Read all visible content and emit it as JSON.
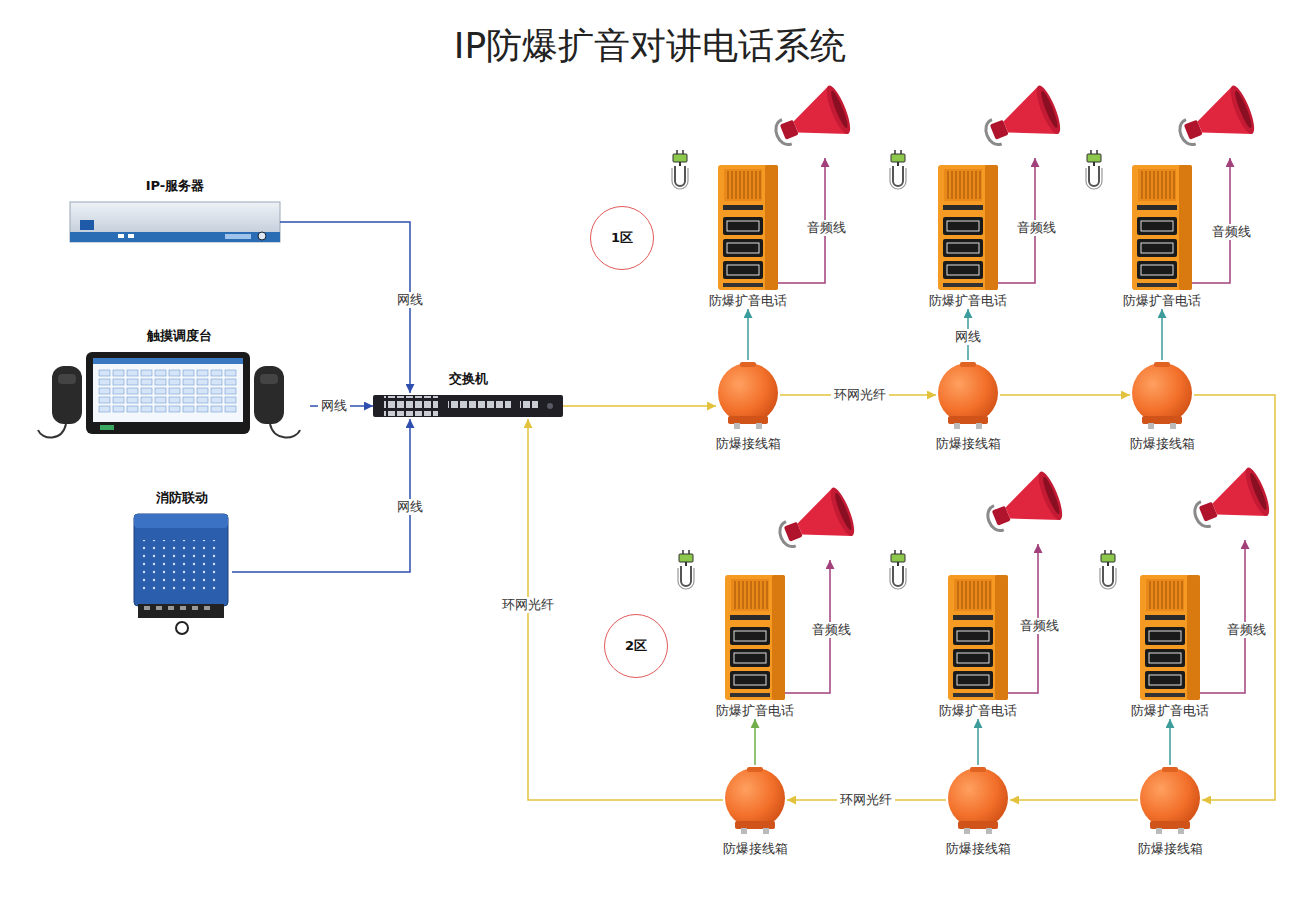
{
  "diagram": {
    "title": "IP防爆扩音对讲电话系统",
    "nodes": [
      {
        "text": [
          "IP-服务器"
        ]
      },
      {
        "text": [
          "触摸调度台"
        ]
      },
      {
        "text": [
          "消防联动"
        ]
      },
      {
        "text": [
          "交换机"
        ]
      },
      {
        "text": [
          "1区"
        ]
      },
      {
        "text": [
          "防爆扩音电话"
        ]
      },
      {
        "text": [
          "防爆扩音电话"
        ]
      },
      {
        "text": [
          "防爆扩音电话"
        ]
      },
      {
        "text": [
          "防爆接线箱"
        ]
      },
      {
        "text": [
          "防爆接线箱"
        ]
      },
      {
        "text": [
          "防爆接线箱"
        ]
      },
      {
        "text": [
          "2区"
        ]
      },
      {
        "text": [
          "防爆扩音电话"
        ]
      },
      {
        "text": [
          "防爆扩音电话"
        ]
      },
      {
        "text": [
          "防爆扩音电话"
        ]
      },
      {
        "text": [
          "防爆接线箱"
        ]
      },
      {
        "text": [
          "防爆接线箱"
        ]
      },
      {
        "text": [
          "防爆接线箱"
        ]
      }
    ],
    "edges": [
      {
        "from": 0,
        "to": 3,
        "label": "网线",
        "arrow": "to"
      },
      {
        "from": 1,
        "to": 3,
        "label": "网线",
        "arrow": "to"
      },
      {
        "from": 2,
        "to": 3,
        "label": "网线",
        "arrow": "to"
      },
      {
        "from": 3,
        "to": 8,
        "arrow": "to"
      },
      {
        "from": 8,
        "to": 9,
        "label": "环网光纤",
        "arrow": "to"
      },
      {
        "from": 9,
        "to": 10,
        "arrow": "to"
      },
      {
        "from": 10,
        "to": 17,
        "arrow": "to"
      },
      {
        "from": 17,
        "to": 16,
        "arrow": "to"
      },
      {
        "from": 16,
        "to": 15,
        "label": "环网光纤",
        "arrow": "to"
      },
      {
        "from": 15,
        "to": 3,
        "label": "环网光纤",
        "arrow": "to"
      },
      {
        "from": 8,
        "to": 5,
        "arrow": "to"
      },
      {
        "from": 9,
        "to": 6,
        "label": "网线",
        "arrow": "to"
      },
      {
        "from": 10,
        "to": 7,
        "arrow": "to"
      },
      {
        "from": 15,
        "to": 12,
        "arrow": "to"
      },
      {
        "from": 16,
        "to": 13,
        "arrow": "to"
      },
      {
        "from": 17,
        "to": 14,
        "arrow": "to"
      }
    ],
    "labels": [
      "音频线",
      "音频线",
      "音频线",
      "音频线",
      "音频线",
      "音频线"
    ]
  }
}
